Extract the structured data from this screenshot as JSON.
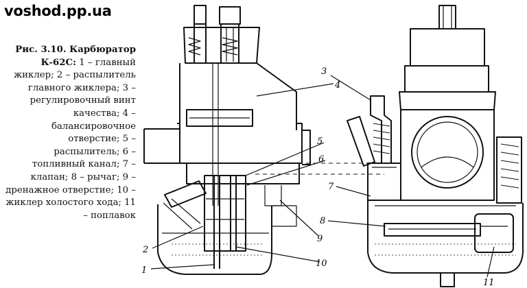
{
  "site": {
    "title": "voshod.pp.ua"
  },
  "caption": {
    "figure": "Рис. 3.10. Карбюратор К-62С:",
    "legend": "1 – главный жиклер; 2 – распылитель главного жиклера; 3 – регулировочный винт качества; 4 – балансировочное отверстие; 5 – распылитель; 6 – топливный канал; 7 – клапан; 8 – рычаг; 9 – дренажное отверстие; 10 – жиклер холостого хода; 11 – поплавок"
  },
  "callouts": [
    "1",
    "2",
    "3",
    "4",
    "5",
    "6",
    "7",
    "8",
    "9",
    "10",
    "11"
  ]
}
